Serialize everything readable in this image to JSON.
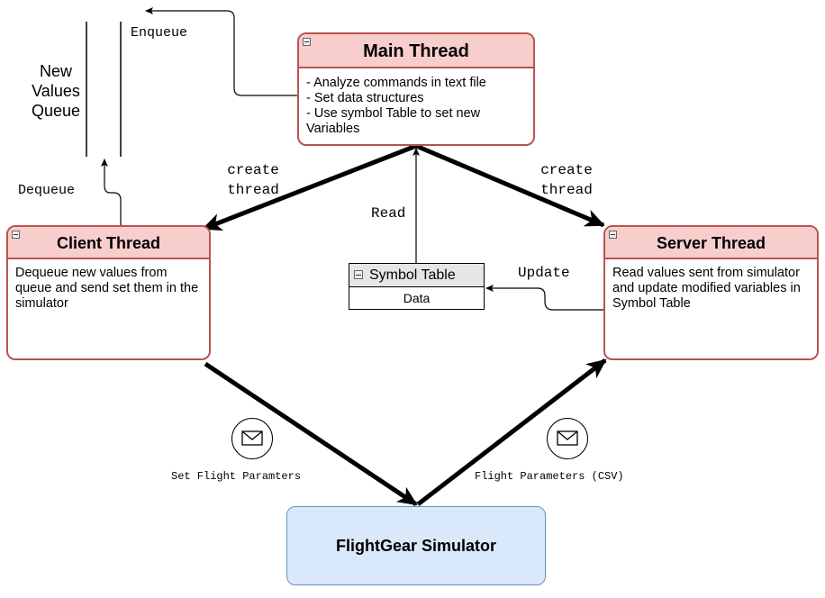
{
  "queue": {
    "title_lines": [
      "New",
      "Values",
      "Queue"
    ],
    "enqueue_label": "Enqueue",
    "dequeue_label": "Dequeue"
  },
  "main_thread": {
    "title": "Main Thread",
    "items": [
      "Analyze commands in text file",
      "Set data structures",
      "Use symbol Table to set new Variables"
    ]
  },
  "client_thread": {
    "title": "Client Thread",
    "body": "Dequeue new values from queue and send set them in the simulator"
  },
  "server_thread": {
    "title": "Server Thread",
    "body": "Read values sent from simulator and update modified variables in Symbol Table"
  },
  "symbol_table": {
    "title": "Symbol Table",
    "row": "Data"
  },
  "simulator": {
    "title": "FlightGear Simulator"
  },
  "edges": {
    "create_thread_left": [
      "create",
      "thread"
    ],
    "create_thread_right": [
      "create",
      "thread"
    ],
    "read_label": "Read",
    "update_label": "Update",
    "set_params_label": "Set Flight Paramters",
    "flight_params_label": "Flight Parameters (CSV)"
  },
  "colors": {
    "thread_fill": "#f8cecc",
    "thread_stroke": "#b85450",
    "simulator_fill": "#dae8fc",
    "simulator_stroke": "#6c8ebf"
  },
  "icons": [
    "collapse-icon",
    "envelope-icon"
  ]
}
